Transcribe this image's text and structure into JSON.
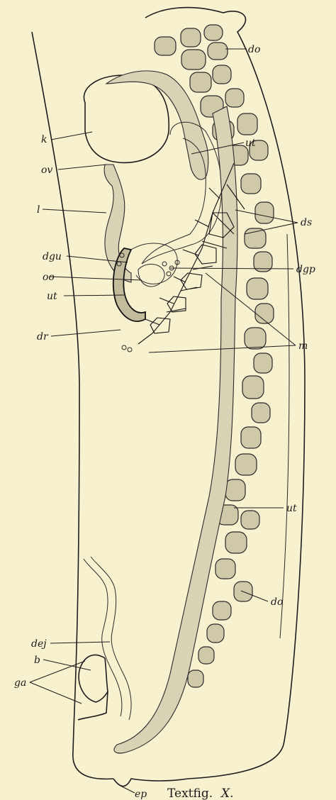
{
  "figure": {
    "caption_prefix": "Textfig.",
    "caption_numeral": "X."
  },
  "labels": {
    "do_top": "do",
    "k": "k",
    "ut_top": "ut",
    "ov": "ov",
    "l": "l",
    "ds": "ds",
    "dgu": "dgu",
    "dgp": "dgp",
    "oo": "oo",
    "ut_mid": "ut",
    "m": "m",
    "dr": "dr",
    "ut_low": "ut",
    "do_low": "do",
    "dej": "dej",
    "b": "b",
    "ga": "ga",
    "ep": "ep"
  }
}
